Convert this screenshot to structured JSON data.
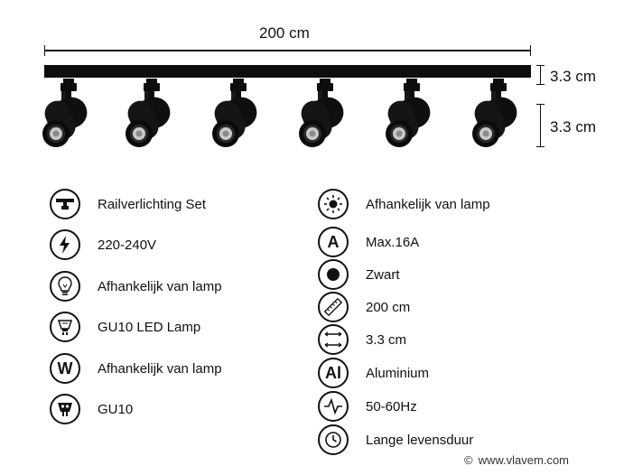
{
  "dimensions": {
    "length": "200 cm",
    "rail_height": "3.3 cm",
    "spot_height": "3.3 cm"
  },
  "specs_left": [
    {
      "icon": "rail-icon",
      "label": "Railverlichting Set"
    },
    {
      "icon": "lightning-icon",
      "label": "220-240V"
    },
    {
      "icon": "bulb-icon",
      "label": "Afhankelijk van lamp"
    },
    {
      "icon": "gu10-bulb-icon",
      "label": "GU10 LED Lamp"
    },
    {
      "icon": "watt-w-icon",
      "label": "Afhankelijk van lamp"
    },
    {
      "icon": "gu10-socket-icon",
      "label": "GU10"
    }
  ],
  "specs_right": [
    {
      "icon": "sun-icon",
      "label": "Afhankelijk van lamp"
    },
    {
      "icon": "ampere-a-icon",
      "label": "Max.16A"
    },
    {
      "icon": "color-dot-icon",
      "label": "Zwart"
    },
    {
      "icon": "ruler-icon",
      "label": "200 cm"
    },
    {
      "icon": "width-arrows-icon",
      "label": "3.3 cm"
    },
    {
      "icon": "al-icon",
      "label": "Aluminium"
    },
    {
      "icon": "frequency-wave-icon",
      "label": "50-60Hz"
    },
    {
      "icon": "clock-icon",
      "label": "Lange levensduur"
    }
  ],
  "icon_letters": {
    "watt": "W",
    "ampere": "A",
    "aluminium": "Al"
  },
  "footer": {
    "copyright_symbol": "©",
    "website": "www.vlavem.com"
  },
  "colors": {
    "product": "#0d0d0d",
    "lens": "#c9c9c9"
  }
}
